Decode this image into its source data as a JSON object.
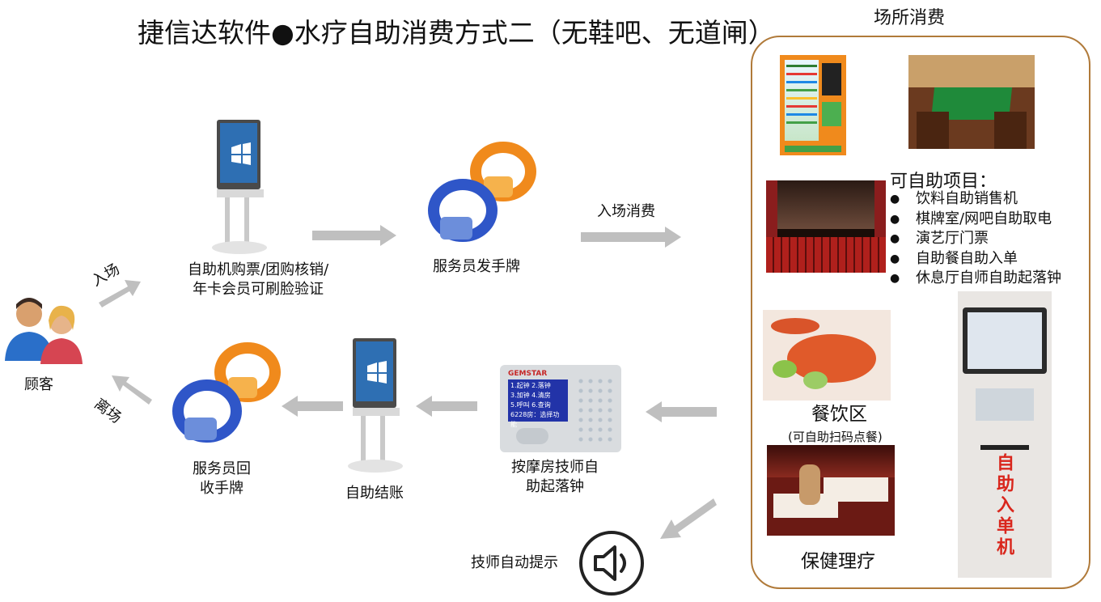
{
  "title": "捷信达软件●水疗自助消费方式二（无鞋吧、无道闸）",
  "venue": {
    "label": "场所消费",
    "self_service_title": "可自助项目：",
    "self_service_items": [
      "饮料自助销售机",
      "棋牌室/网吧自助取电",
      "演艺厅门票",
      "自助餐自助入单",
      "休息厅自师自助起落钟"
    ],
    "dining_label": "餐饮区",
    "dining_sub": "(可自助扫码点餐)",
    "health_label": "保健理疗",
    "kiosk_text": "自助入单机"
  },
  "flow": {
    "customer": "顾客",
    "enter": "入场",
    "leave": "离场",
    "kiosk_buy": "自助机购票/团购核销/\n年卡会员可刷脸验证",
    "staff_issue": "服务员发手牌",
    "entry_consume": "入场消费",
    "staff_collect": "服务员回\n收手牌",
    "self_checkout": "自助结账",
    "massage_clock": "按摩房技师自\n助起落钟",
    "tech_notice": "技师自动提示"
  },
  "device_screen": {
    "brand": "GEMSTAR",
    "lines": [
      "1.起钟 2.落钟",
      "3.加钟 4.清房",
      "5.呼叫 6.查询",
      "6228房：选择功能"
    ]
  },
  "colors": {
    "arrow": "#bfbfbf",
    "venue_border": "#b07a3a",
    "kiosk_text": "#d9261c",
    "wristband_orange": "#f08a1c",
    "wristband_blue": "#2f56c8"
  }
}
